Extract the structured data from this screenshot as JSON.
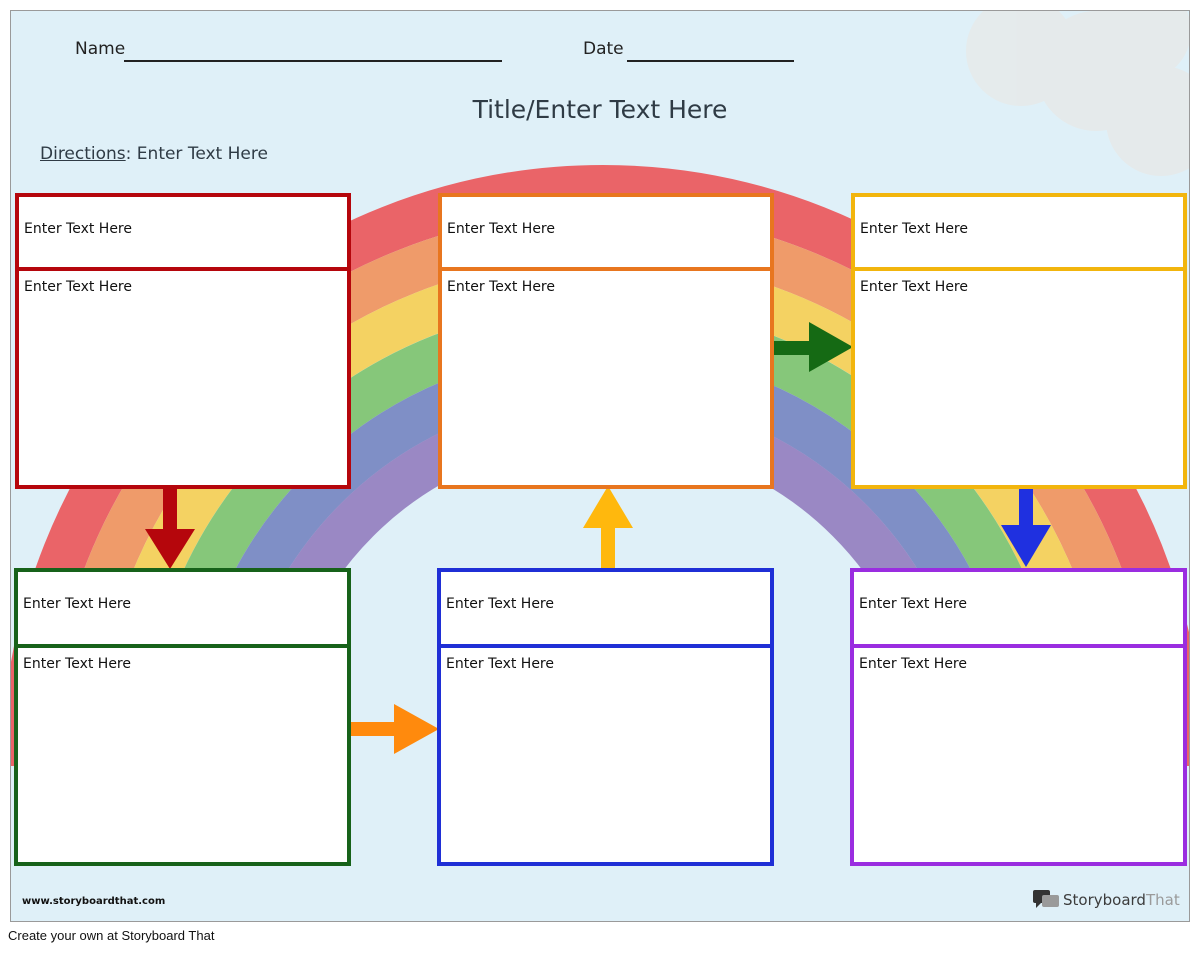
{
  "header": {
    "name_label": "Name",
    "date_label": "Date"
  },
  "title": "Title/Enter Text Here",
  "directions": {
    "label": "Directions",
    "sep": ":",
    "text": "Enter Text Here"
  },
  "boxes": [
    {
      "color": "#b5060c",
      "heading": "Enter Text Here",
      "body": "Enter Text Here"
    },
    {
      "color": "#e8761f",
      "heading": "Enter Text Here",
      "body": "Enter Text Here"
    },
    {
      "color": "#f2b50d",
      "heading": "Enter Text Here",
      "body": "Enter Text Here"
    },
    {
      "color": "#17621a",
      "heading": "Enter Text Here",
      "body": "Enter Text Here"
    },
    {
      "color": "#1f2fd6",
      "heading": "Enter Text Here",
      "body": "Enter Text Here"
    },
    {
      "color": "#9a2de0",
      "heading": "Enter Text Here",
      "body": "Enter Text Here"
    }
  ],
  "arrows": [
    {
      "icon": "arrow-down-icon",
      "color": "#b5060c"
    },
    {
      "icon": "arrow-right-icon",
      "color": "#ff8a0d"
    },
    {
      "icon": "arrow-up-icon",
      "color": "#ffb80d"
    },
    {
      "icon": "arrow-right-icon",
      "color": "#156a14"
    },
    {
      "icon": "arrow-down-icon",
      "color": "#1f30e0"
    }
  ],
  "sheet_footer": {
    "url": "www.storyboardthat.com",
    "brand_part1": "Storyboard",
    "brand_part2": "That"
  },
  "page_footer": "Create your own at Storyboard That"
}
